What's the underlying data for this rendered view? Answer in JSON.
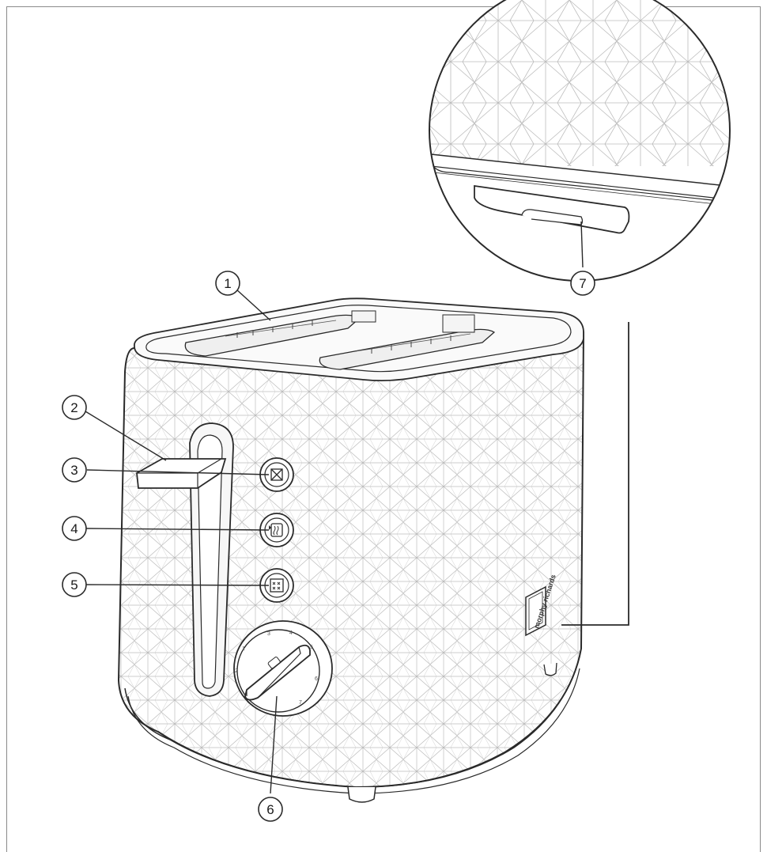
{
  "figure": {
    "callouts": [
      {
        "number": "1",
        "part": "bread-slots"
      },
      {
        "number": "2",
        "part": "lever"
      },
      {
        "number": "3",
        "part": "cancel-button"
      },
      {
        "number": "4",
        "part": "reheat-button"
      },
      {
        "number": "5",
        "part": "defrost-button"
      },
      {
        "number": "6",
        "part": "browning-control-dial"
      },
      {
        "number": "7",
        "part": "crumb-tray"
      }
    ],
    "brand": "morphy richards",
    "dial_numbers": [
      "1",
      "2",
      "3",
      "4",
      "5",
      "6",
      "7"
    ],
    "icons": {
      "button_3": "cancel-icon",
      "button_4": "reheat-icon",
      "button_5": "defrost-icon"
    },
    "colors": {
      "outline": "#2a2a2a",
      "pattern": "#b5b5b5",
      "background": "#ffffff"
    }
  }
}
